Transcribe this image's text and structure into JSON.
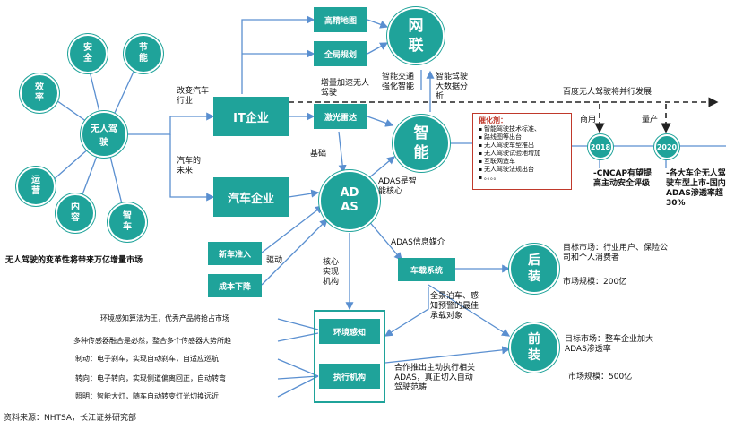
{
  "hub": "无人驾驶",
  "petals": {
    "safety": "安全",
    "energy": "节能",
    "efficiency": "效率",
    "operation": "运营",
    "content": "内容",
    "smart_car": "智车"
  },
  "hub_caption": "无人驾驶的变革性将带来万亿增量市场",
  "it_company": "IT企业",
  "car_company": "汽车企业",
  "hd_map": "高精地图",
  "global_planning": "全局规划",
  "lidar": "激光雷达",
  "network_circle": "网联",
  "intelligent_circle": "智能",
  "adas_circle": "ADAS",
  "new_car": "新车准入",
  "cost_down": "成本下降",
  "drive_label": "驱动",
  "label_change_car": "改变汽车行业",
  "label_car_future": "汽车的未来",
  "label_incremental": "增量加速无人驾驶",
  "label_foundation": "基础",
  "label_adas_core": "ADAS是智能核心",
  "label_smart_traffic": "智能交通强化智能",
  "label_smart_drive_data": "智能驾驶大数据分析",
  "baidu_label": "百度无人驾驶将并行发展",
  "commercial_label": "商用",
  "mass_prod_label": "量产",
  "catalyst": {
    "title": "催化剂：",
    "items": [
      "智能驾驶技术标准、",
      "路线图等出台",
      "无人驾驶车型推出",
      "无人驾驶试验地增加",
      "互联网造车",
      "无人驾驶法规出台",
      "。。。。"
    ]
  },
  "year_2018": "2018",
  "year_2020": "2020",
  "ncap_text": "-CNCAP有望提高主动安全评级",
  "oem_text": "-各大车企无人驾驶车型上市-国内ADAS渗透率超30%",
  "adas_info_media": "ADAS信息媒介",
  "core_label": "核心实现机构",
  "vehicle_system": "车载系统",
  "aftermarket": "后装",
  "oem_market": "前装",
  "after_target": "目标市场：行业用户、保险公司和个人消费者",
  "after_scale": "市场规模：200亿",
  "oem_target": "目标市场：整车企业加大ADAS渗透率",
  "oem_scale": "市场规模：500亿",
  "panorama_label": "全景泊车、感知预警的最佳承载对象",
  "active_label": "合作推出主动执行相关ADAS，真正切入自动驾驶范畴",
  "env_sense": "环境感知",
  "actuator": "执行机构",
  "env_note1": "环境感知算法为王，优秀产品将抢占市场",
  "env_note2": "多种传感器融合是必然，整合多个传感器大势所趋",
  "act_note1": "制动：电子刹车，实现自动刹车，自适应巡航",
  "act_note2": "转向：电子转向，实现侧道偏离回正，自动转弯",
  "act_note3": "照明：智能大灯，随车自动转变灯光切换远近",
  "source": "资料来源：NHTSA，长江证券研究部",
  "colors": {
    "teal": "#1fa39a",
    "red": "#c0392b",
    "line": "#5a8fd0"
  }
}
